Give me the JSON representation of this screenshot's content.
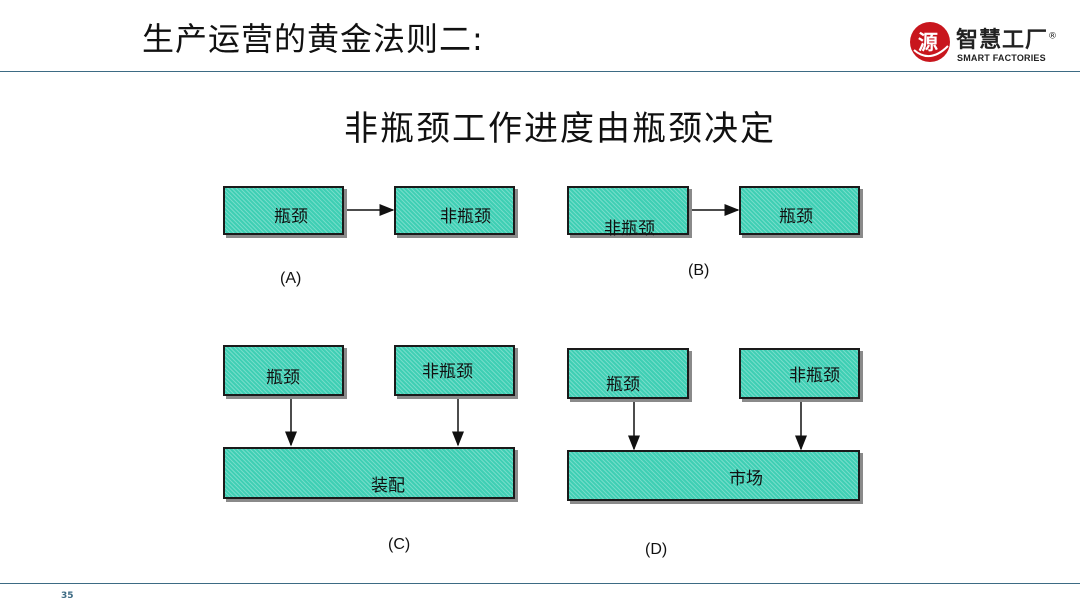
{
  "header": {
    "title": "生产运营的黄金法则二:",
    "logo": {
      "mark_text": "源",
      "name_cn": "智慧工厂",
      "registered": "®",
      "name_en": "SMART FACTORIES"
    }
  },
  "diagram": {
    "title": "非瓶颈工作进度由瓶颈决定",
    "a": {
      "box1": "瓶颈",
      "box2": "非瓶颈",
      "label": "(A)"
    },
    "b": {
      "box1": "非瓶颈",
      "box2": "瓶颈",
      "label": "(B)"
    },
    "c": {
      "box1": "瓶颈",
      "box2": "非瓶颈",
      "target": "装配",
      "label": "(C)"
    },
    "d": {
      "box1": "瓶颈",
      "box2": "非瓶颈",
      "target": "市场",
      "label": "(D)"
    }
  },
  "footer": {
    "page_number": "35"
  },
  "colors": {
    "box_fill": "#3fcfb4",
    "rule": "#3d6b84"
  }
}
